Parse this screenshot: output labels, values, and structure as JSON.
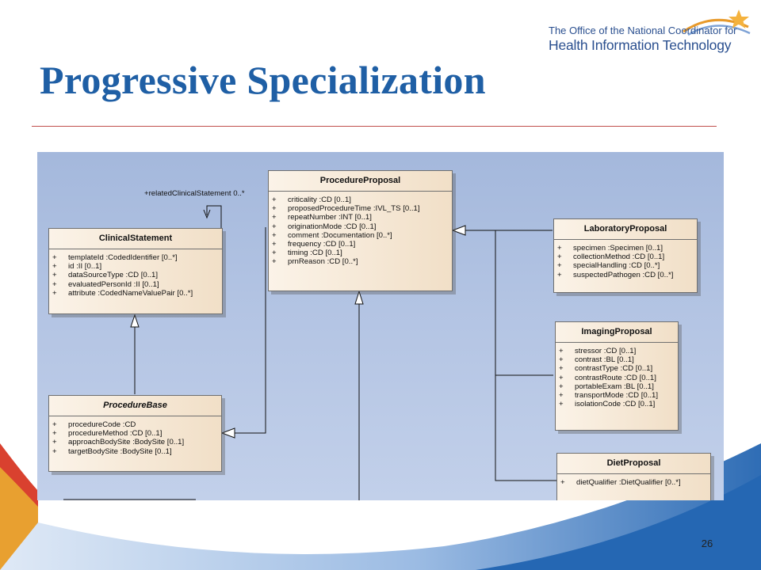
{
  "header": {
    "logo_line1": "The Office of the National Coordinator for",
    "logo_line2": "Health Information Technology",
    "title": "Progressive Specialization"
  },
  "diagram": {
    "association_label": "+relatedClinicalStatement 0..*",
    "classes": [
      {
        "name": "ProcedureProposal",
        "abstract": false,
        "attributes": [
          {
            "visibility": "+",
            "text": "criticality  :CD [0..1]"
          },
          {
            "visibility": "+",
            "text": "proposedProcedureTime  :IVL_TS [0..1]"
          },
          {
            "visibility": "+",
            "text": "repeatNumber  :INT [0..1]"
          },
          {
            "visibility": "+",
            "text": "originationMode  :CD [0..1]"
          },
          {
            "visibility": "+",
            "text": "comment  :Documentation [0..*]"
          },
          {
            "visibility": "+",
            "text": "frequency  :CD [0..1]"
          },
          {
            "visibility": "+",
            "text": "timing  :CD [0..1]"
          },
          {
            "visibility": "+",
            "text": "prnReason  :CD [0..*]"
          }
        ]
      },
      {
        "name": "ClinicalStatement",
        "abstract": false,
        "attributes": [
          {
            "visibility": "+",
            "text": "templateId  :CodedIdentifier [0..*]"
          },
          {
            "visibility": "+",
            "text": "id  :II [0..1]"
          },
          {
            "visibility": "+",
            "text": "dataSourceType  :CD [0..1]"
          },
          {
            "visibility": "+",
            "text": "evaluatedPersonId  :II [0..1]"
          },
          {
            "visibility": "+",
            "text": "attribute  :CodedNameValuePair [0..*]"
          }
        ]
      },
      {
        "name": "ProcedureBase",
        "abstract": true,
        "attributes": [
          {
            "visibility": "+",
            "text": "procedureCode  :CD"
          },
          {
            "visibility": "+",
            "text": "procedureMethod  :CD [0..1]"
          },
          {
            "visibility": "+",
            "text": "approachBodySite  :BodySite [0..1]"
          },
          {
            "visibility": "+",
            "text": "targetBodySite  :BodySite [0..1]"
          }
        ]
      },
      {
        "name": "LaboratoryProposal",
        "abstract": false,
        "attributes": [
          {
            "visibility": "+",
            "text": "specimen  :Specimen [0..1]"
          },
          {
            "visibility": "+",
            "text": "collectionMethod  :CD [0..1]"
          },
          {
            "visibility": "+",
            "text": "specialHandling  :CD [0..*]"
          },
          {
            "visibility": "+",
            "text": "suspectedPathogen  :CD [0..*]"
          }
        ]
      },
      {
        "name": "ImagingProposal",
        "abstract": false,
        "attributes": [
          {
            "visibility": "+",
            "text": "stressor  :CD [0..1]"
          },
          {
            "visibility": "+",
            "text": "contrast  :BL [0..1]"
          },
          {
            "visibility": "+",
            "text": "contrastType  :CD [0..1]"
          },
          {
            "visibility": "+",
            "text": "contrastRoute  :CD [0..1]"
          },
          {
            "visibility": "+",
            "text": "portableExam  :BL [0..1]"
          },
          {
            "visibility": "+",
            "text": "transportMode  :CD [0..1]"
          },
          {
            "visibility": "+",
            "text": "isolationCode  :CD [0..1]"
          }
        ]
      },
      {
        "name": "DietProposal",
        "abstract": false,
        "attributes": [
          {
            "visibility": "+",
            "text": "dietQualifier  :DietQualifier [0..*]"
          }
        ]
      }
    ]
  },
  "footer": {
    "page_number": "26"
  },
  "colors": {
    "title": "#1f5fa5",
    "rule": "#c0504d",
    "class_fill_light": "#fbf3e8",
    "class_fill_dark": "#f1dfc7",
    "diagram_bg": "#b3c4e3"
  }
}
